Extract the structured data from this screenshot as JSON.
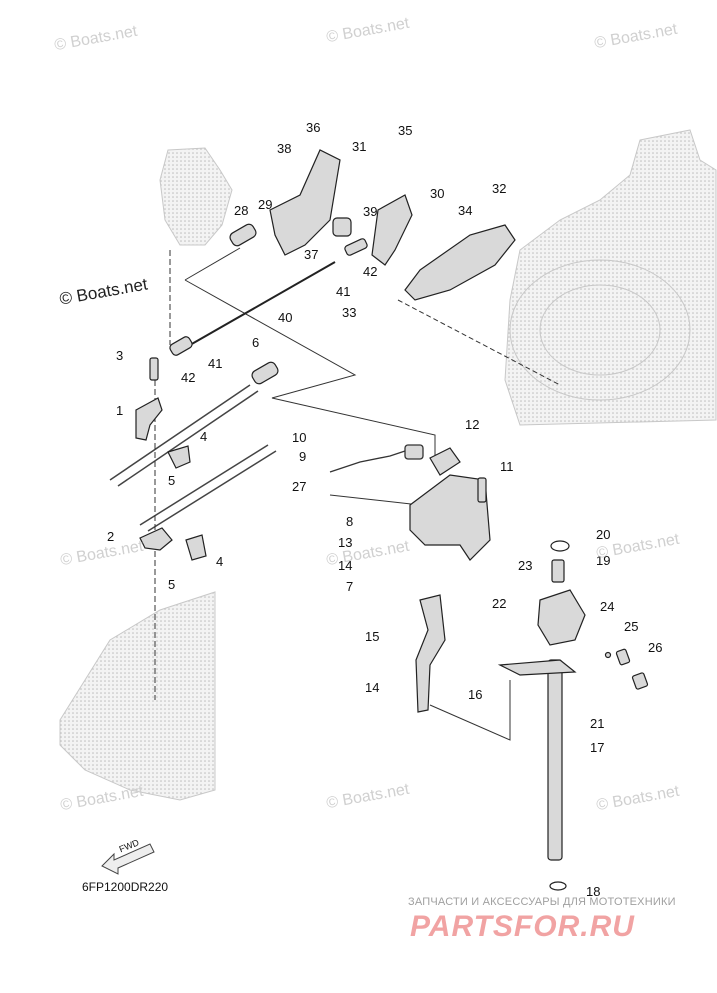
{
  "diagram": {
    "callouts": [
      "1",
      "2",
      "3",
      "4",
      "4",
      "5",
      "5",
      "6",
      "7",
      "8",
      "9",
      "10",
      "11",
      "12",
      "13",
      "14",
      "14",
      "15",
      "16",
      "17",
      "18",
      "19",
      "20",
      "21",
      "22",
      "23",
      "24",
      "25",
      "26",
      "27",
      "28",
      "29",
      "30",
      "31",
      "32",
      "33",
      "34",
      "35",
      "36",
      "37",
      "38",
      "39",
      "40",
      "41",
      "41",
      "42",
      "42"
    ],
    "drawing_code": "6FP1200DR220",
    "fwd_label": "FWD"
  },
  "watermarks": {
    "boats": "© Boats.net",
    "shop_tagline": "ЗАПЧАСТИ И АКСЕССУАРЫ ДЛЯ МОТОТЕХНИКИ",
    "shop_logo": "PARTSFOR.RU"
  },
  "colors": {
    "line": "#222222",
    "part_fill": "#d9d9d9",
    "ghost": "#e6e6e6",
    "watermark": "#d0d0d0",
    "shop_logo": "#f1a3a3"
  }
}
